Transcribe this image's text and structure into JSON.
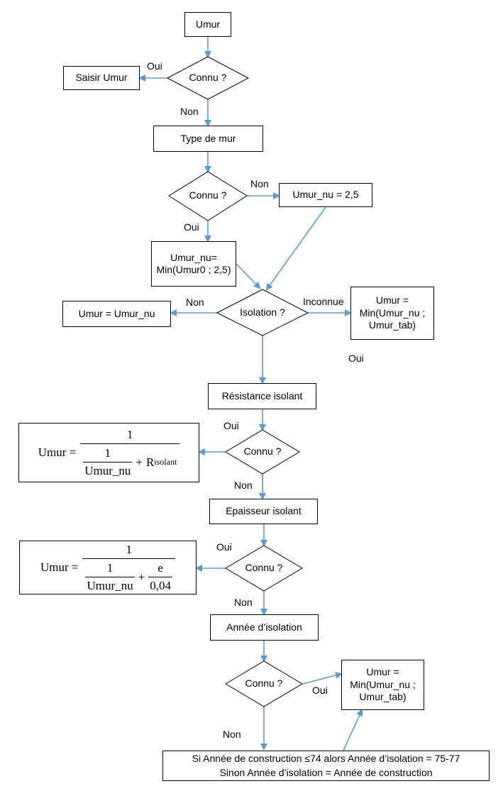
{
  "nodes": {
    "start": "Umur",
    "q1": "Connu ?",
    "saisir": "Saisir Umur",
    "type_mur": "Type de mur",
    "q2": "Connu ?",
    "umur_nu_default": "Umur_nu = 2,5",
    "umur_nu_min_line1": "Umur_nu=",
    "umur_nu_min_line2": "Min(Umur0 ; 2,5)",
    "q_isolation": "Isolation ?",
    "umur_eq_nu": "Umur = Umur_nu",
    "min_tab_a_line1": "Umur =",
    "min_tab_a_line2": "Min(Umur_nu ;",
    "min_tab_a_line3": "Umur_tab)",
    "resistance": "Résistance isolant",
    "q3": "Connu ?",
    "formula1": {
      "lhs": "Umur =",
      "num": "1",
      "inner_num": "1",
      "inner_den": "Umur_nu",
      "plus": "+",
      "r": "R",
      "r_sub": "isolant"
    },
    "epaisseur": "Epaisseur isolant",
    "q4": "Connu ?",
    "formula2": {
      "lhs": "Umur =",
      "num": "1",
      "inner_num": "1",
      "inner_den": "Umur_nu",
      "plus": "+",
      "e_num": "e",
      "e_den": "0,04"
    },
    "annee_isolation": "Année d’isolation",
    "q5": "Connu ?",
    "min_tab_b_line1": "Umur =",
    "min_tab_b_line2": "Min(Umur_nu ;",
    "min_tab_b_line3": "Umur_tab)",
    "rule_line1": "Si Année de construction ≤74 alors Année d’isolation = 75-77",
    "rule_line2": "Sinon Année d’isolation = Année de construction"
  },
  "labels": {
    "q1_oui": "Oui",
    "q1_non": "Non",
    "q2_non": "Non",
    "q2_oui": "Oui",
    "iso_non": "Non",
    "iso_inconnue": "Inconnue",
    "iso_oui": "Oui",
    "q3_oui": "Oui",
    "q3_non": "Non",
    "q4_oui": "Oui",
    "q4_non": "Non",
    "q5_oui": "Oui",
    "q5_non": "Non"
  },
  "colors": {
    "arrow": "#5b9bd5",
    "border": "#000000"
  }
}
